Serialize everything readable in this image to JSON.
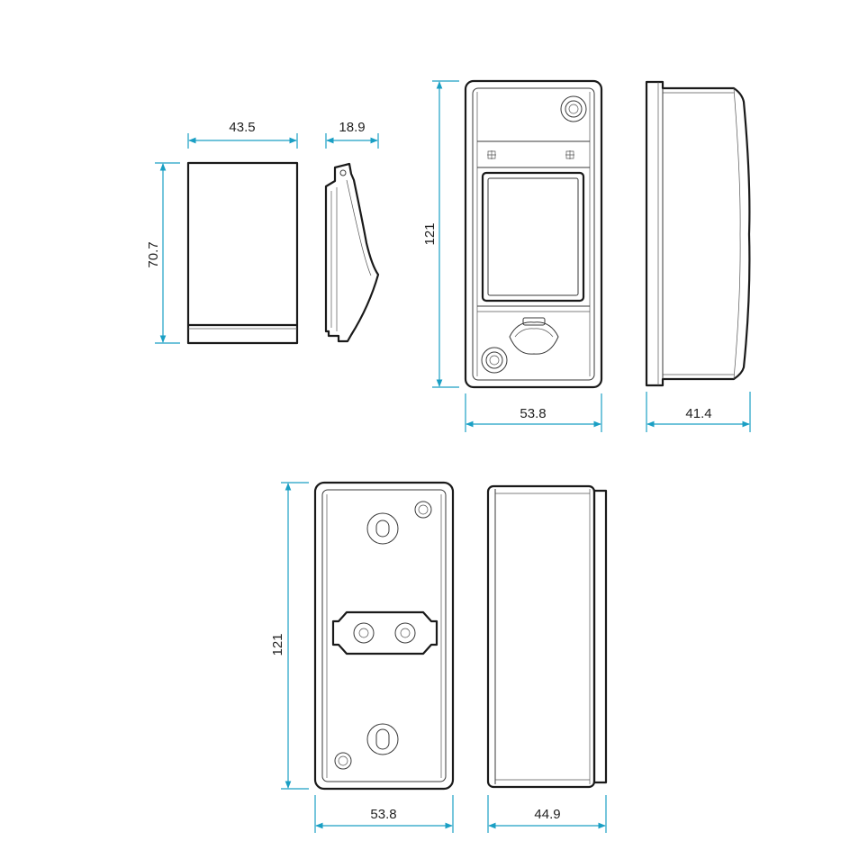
{
  "dimensions": {
    "front_cover_width": "43.5",
    "front_cover_height": "70.7",
    "cover_depth": "18.9",
    "front_view_height": "121",
    "front_view_width": "53.8",
    "side_view_depth": "41.4",
    "rear_view_height": "121",
    "rear_view_width": "53.8",
    "rear_side_depth": "44.9"
  },
  "colors": {
    "dimension_line": "#1a9fc4",
    "outline": "#1a1a1a",
    "text": "#222222"
  }
}
